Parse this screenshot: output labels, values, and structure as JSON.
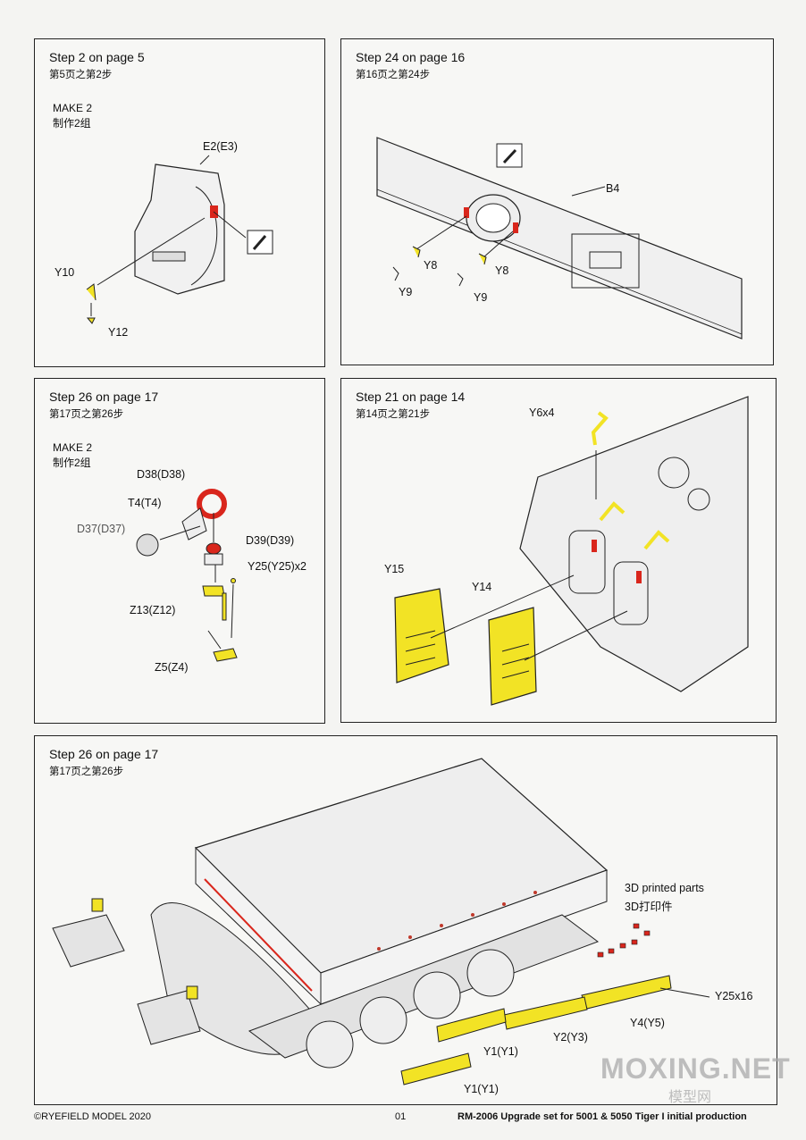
{
  "colors": {
    "paint_yellow": "#f2e325",
    "red_part": "#d9261c",
    "line": "#222222"
  },
  "panels": [
    {
      "title": "Step 2 on page 5",
      "subtitle": "第5页之第2步",
      "make": "MAKE 2",
      "make_cn": "制作2组",
      "labels": {
        "e2": "E2(E3)",
        "y10": "Y10",
        "y12": "Y12"
      }
    },
    {
      "title": "Step 24 on page 16",
      "subtitle": "第16页之第24步",
      "labels": {
        "b4": "B4",
        "y8a": "Y8",
        "y8b": "Y8",
        "y9a": "Y9",
        "y9b": "Y9"
      }
    },
    {
      "title": "Step 26 on page 17",
      "subtitle": "第17页之第26步",
      "make": "MAKE 2",
      "make_cn": "制作2组",
      "labels": {
        "d38": "D38(D38)",
        "t4": "T4(T4)",
        "d37": "D37(D37)",
        "d39": "D39(D39)",
        "y25": "Y25(Y25)x2",
        "z13": "Z13(Z12)",
        "z5": "Z5(Z4)"
      }
    },
    {
      "title": "Step 21 on page 14",
      "subtitle": "第14页之第21步",
      "labels": {
        "y6": "Y6x4",
        "y15": "Y15",
        "y14": "Y14"
      }
    },
    {
      "title": "Step 26 on page 17",
      "subtitle": "第17页之第26步",
      "labels": {
        "printed": "3D printed parts",
        "printed_cn": "3D打印件",
        "y25x16": "Y25x16",
        "y4": "Y4(Y5)",
        "y2": "Y2(Y3)",
        "y1a": "Y1(Y1)",
        "y1b": "Y1(Y1)"
      }
    }
  ],
  "footer": {
    "left": "©RYEFIELD MODEL 2020",
    "page": "01",
    "right": "RM-2006 Upgrade set for 5001 & 5050 Tiger I initial production"
  },
  "watermark": {
    "main": "MOXING.NET",
    "cn": "模型网"
  }
}
